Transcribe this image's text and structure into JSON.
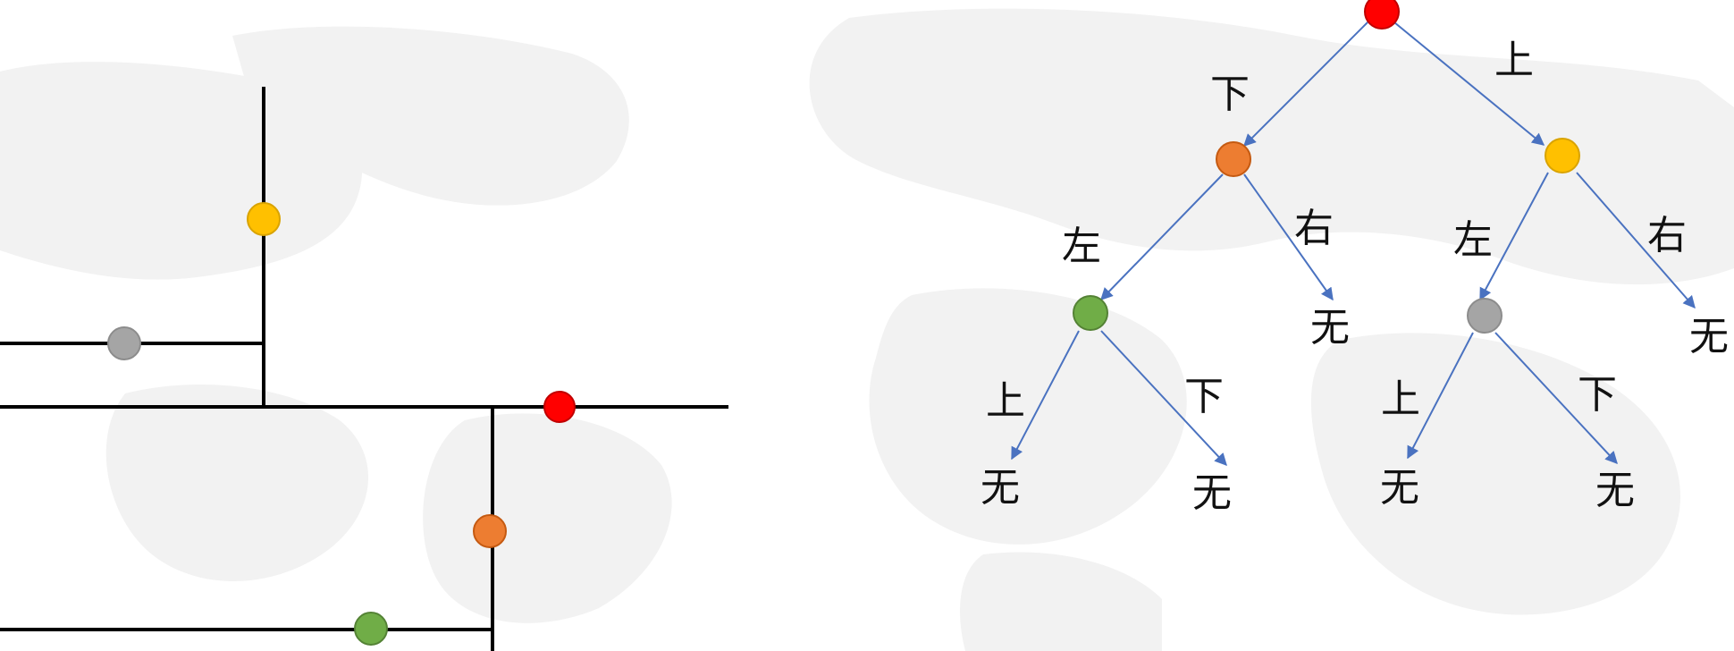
{
  "colors": {
    "background": "#ffffff",
    "map_tint": "#f3f3f3",
    "partition_line": "#000000",
    "tree_edge": "#4a72c0",
    "red": "#ff0000",
    "orange": "#ed7d31",
    "yellow": "#ffc000",
    "green": "#70ad47",
    "gray": "#a5a5a5"
  },
  "tree": {
    "edges": {
      "root_down": "下",
      "root_up": "上",
      "orange_left": "左",
      "orange_right": "右",
      "yellow_left": "左",
      "yellow_right": "右",
      "green_up": "上",
      "green_down": "下",
      "gray_up": "上",
      "gray_down": "下"
    },
    "leaves": {
      "orange_right": "无",
      "yellow_right": "无",
      "green_up": "无",
      "green_down": "无",
      "gray_up": "无",
      "gray_down": "无"
    }
  }
}
